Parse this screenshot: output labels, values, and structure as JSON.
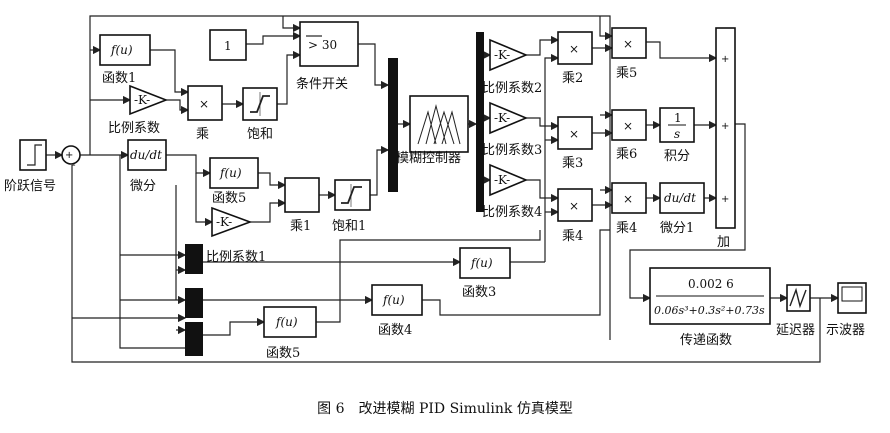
{
  "caption": "图 6　改进模糊 PID Simulink 仿真模型",
  "labels": {
    "step": "阶跃信号",
    "fcn1": "函数1",
    "gain": "比例系数",
    "mult": "乘",
    "sat": "饱和",
    "switch": "条件开关",
    "fuzzy": "模糊控制器",
    "gain2": "比例系数2",
    "gain3": "比例系数3",
    "gain4": "比例系数4",
    "mult2": "乘2",
    "mult3": "乘3",
    "mult4": "乘4",
    "mult5": "乘5",
    "mult6": "乘6",
    "integ": "积分",
    "deriv": "微分",
    "deriv1": "微分1",
    "fcn5a": "函数5",
    "mult1": "乘1",
    "sat1": "饱和1",
    "gain1": "比例系数1",
    "fcn3": "函数3",
    "fcn4": "函数4",
    "fcn5b": "函数5",
    "sum": "加",
    "tf": "传递函数",
    "delay": "延迟器",
    "scope": "示波器"
  },
  "block_text": {
    "fu": "f(u)",
    "k": "-K-",
    "one": "1",
    "cmp": "> 30",
    "dudt": "du/dt",
    "times": "×",
    "int_num": "1",
    "int_den": "s",
    "tf_num": "0.002 6",
    "tf_den": "0.06s³+0.3s²+0.73s",
    "plus": "+",
    "minus": "-"
  }
}
